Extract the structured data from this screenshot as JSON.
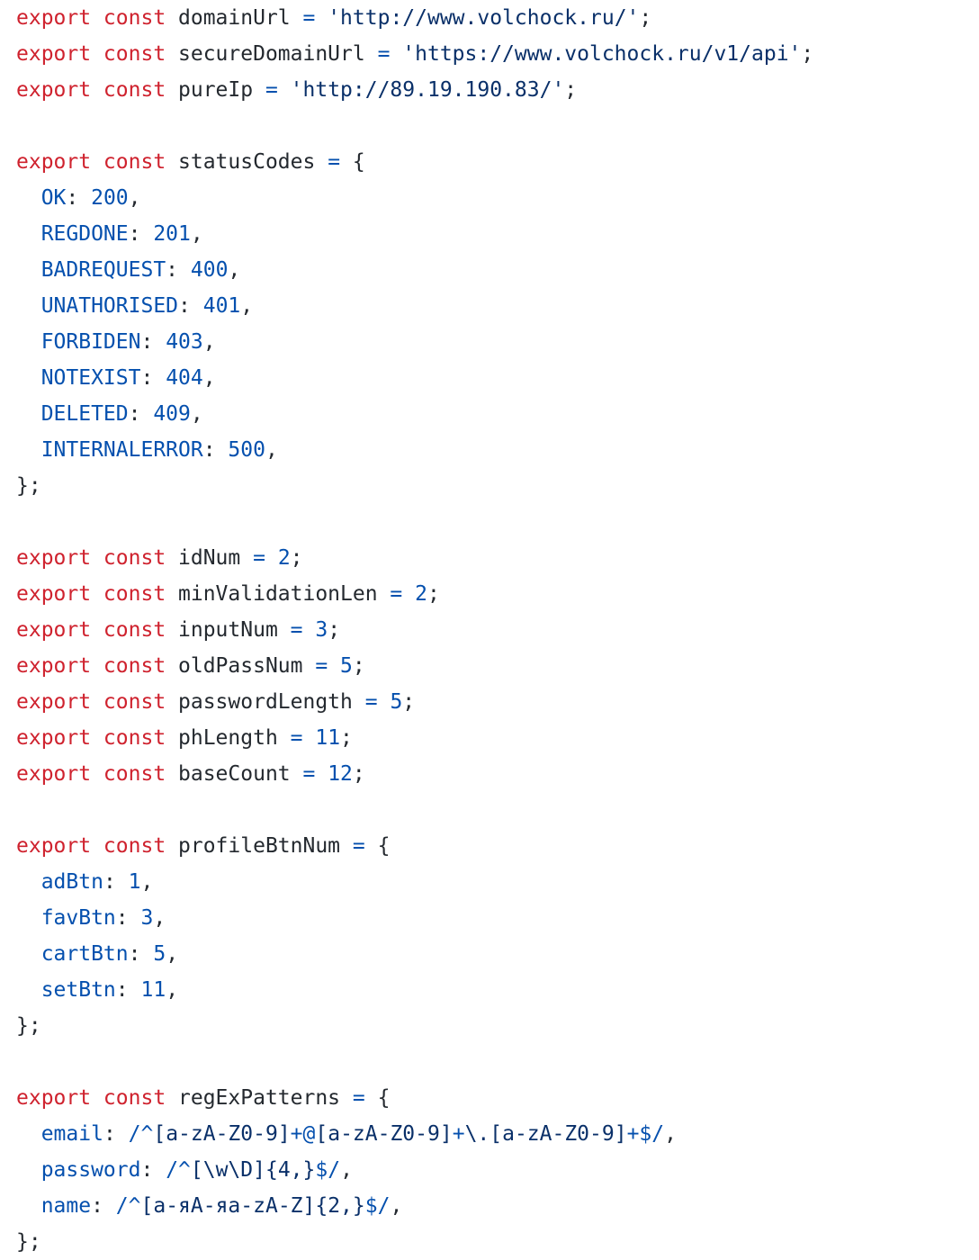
{
  "colors": {
    "keyword": "#cf222e",
    "identifier": "#24292f",
    "operator": "#0550ae",
    "string": "#0a3069",
    "property": "#0550ae",
    "number": "#0550ae"
  },
  "lines": [
    [
      {
        "t": "k",
        "v": "export const "
      },
      {
        "t": "i",
        "v": "domainUrl "
      },
      {
        "t": "o",
        "v": "= "
      },
      {
        "t": "s",
        "v": "'http://www.volchock.ru/'"
      },
      {
        "t": "t",
        "v": ";"
      }
    ],
    [
      {
        "t": "k",
        "v": "export const "
      },
      {
        "t": "i",
        "v": "secureDomainUrl "
      },
      {
        "t": "o",
        "v": "= "
      },
      {
        "t": "s",
        "v": "'https://www.volchock.ru/v1/api'"
      },
      {
        "t": "t",
        "v": ";"
      }
    ],
    [
      {
        "t": "k",
        "v": "export const "
      },
      {
        "t": "i",
        "v": "pureIp "
      },
      {
        "t": "o",
        "v": "= "
      },
      {
        "t": "s",
        "v": "'http://89.19.190.83/'"
      },
      {
        "t": "t",
        "v": ";"
      }
    ],
    [],
    [
      {
        "t": "k",
        "v": "export const "
      },
      {
        "t": "i",
        "v": "statusCodes "
      },
      {
        "t": "o",
        "v": "= "
      },
      {
        "t": "t",
        "v": "{"
      }
    ],
    [
      {
        "t": "p",
        "v": "  OK"
      },
      {
        "t": "t",
        "v": ": "
      },
      {
        "t": "n",
        "v": "200"
      },
      {
        "t": "t",
        "v": ","
      }
    ],
    [
      {
        "t": "p",
        "v": "  REGDONE"
      },
      {
        "t": "t",
        "v": ": "
      },
      {
        "t": "n",
        "v": "201"
      },
      {
        "t": "t",
        "v": ","
      }
    ],
    [
      {
        "t": "p",
        "v": "  BADREQUEST"
      },
      {
        "t": "t",
        "v": ": "
      },
      {
        "t": "n",
        "v": "400"
      },
      {
        "t": "t",
        "v": ","
      }
    ],
    [
      {
        "t": "p",
        "v": "  UNATHORISED"
      },
      {
        "t": "t",
        "v": ": "
      },
      {
        "t": "n",
        "v": "401"
      },
      {
        "t": "t",
        "v": ","
      }
    ],
    [
      {
        "t": "p",
        "v": "  FORBIDEN"
      },
      {
        "t": "t",
        "v": ": "
      },
      {
        "t": "n",
        "v": "403"
      },
      {
        "t": "t",
        "v": ","
      }
    ],
    [
      {
        "t": "p",
        "v": "  NOTEXIST"
      },
      {
        "t": "t",
        "v": ": "
      },
      {
        "t": "n",
        "v": "404"
      },
      {
        "t": "t",
        "v": ","
      }
    ],
    [
      {
        "t": "p",
        "v": "  DELETED"
      },
      {
        "t": "t",
        "v": ": "
      },
      {
        "t": "n",
        "v": "409"
      },
      {
        "t": "t",
        "v": ","
      }
    ],
    [
      {
        "t": "p",
        "v": "  INTERNALERROR"
      },
      {
        "t": "t",
        "v": ": "
      },
      {
        "t": "n",
        "v": "500"
      },
      {
        "t": "t",
        "v": ","
      }
    ],
    [
      {
        "t": "t",
        "v": "};"
      }
    ],
    [],
    [
      {
        "t": "k",
        "v": "export const "
      },
      {
        "t": "i",
        "v": "idNum "
      },
      {
        "t": "o",
        "v": "= "
      },
      {
        "t": "n",
        "v": "2"
      },
      {
        "t": "t",
        "v": ";"
      }
    ],
    [
      {
        "t": "k",
        "v": "export const "
      },
      {
        "t": "i",
        "v": "minValidationLen "
      },
      {
        "t": "o",
        "v": "= "
      },
      {
        "t": "n",
        "v": "2"
      },
      {
        "t": "t",
        "v": ";"
      }
    ],
    [
      {
        "t": "k",
        "v": "export const "
      },
      {
        "t": "i",
        "v": "inputNum "
      },
      {
        "t": "o",
        "v": "= "
      },
      {
        "t": "n",
        "v": "3"
      },
      {
        "t": "t",
        "v": ";"
      }
    ],
    [
      {
        "t": "k",
        "v": "export const "
      },
      {
        "t": "i",
        "v": "oldPassNum "
      },
      {
        "t": "o",
        "v": "= "
      },
      {
        "t": "n",
        "v": "5"
      },
      {
        "t": "t",
        "v": ";"
      }
    ],
    [
      {
        "t": "k",
        "v": "export const "
      },
      {
        "t": "i",
        "v": "passwordLength "
      },
      {
        "t": "o",
        "v": "= "
      },
      {
        "t": "n",
        "v": "5"
      },
      {
        "t": "t",
        "v": ";"
      }
    ],
    [
      {
        "t": "k",
        "v": "export const "
      },
      {
        "t": "i",
        "v": "phLength "
      },
      {
        "t": "o",
        "v": "= "
      },
      {
        "t": "n",
        "v": "11"
      },
      {
        "t": "t",
        "v": ";"
      }
    ],
    [
      {
        "t": "k",
        "v": "export const "
      },
      {
        "t": "i",
        "v": "baseCount "
      },
      {
        "t": "o",
        "v": "= "
      },
      {
        "t": "n",
        "v": "12"
      },
      {
        "t": "t",
        "v": ";"
      }
    ],
    [],
    [
      {
        "t": "k",
        "v": "export const "
      },
      {
        "t": "i",
        "v": "profileBtnNum "
      },
      {
        "t": "o",
        "v": "= "
      },
      {
        "t": "t",
        "v": "{"
      }
    ],
    [
      {
        "t": "p",
        "v": "  adBtn"
      },
      {
        "t": "t",
        "v": ": "
      },
      {
        "t": "n",
        "v": "1"
      },
      {
        "t": "t",
        "v": ","
      }
    ],
    [
      {
        "t": "p",
        "v": "  favBtn"
      },
      {
        "t": "t",
        "v": ": "
      },
      {
        "t": "n",
        "v": "3"
      },
      {
        "t": "t",
        "v": ","
      }
    ],
    [
      {
        "t": "p",
        "v": "  cartBtn"
      },
      {
        "t": "t",
        "v": ": "
      },
      {
        "t": "n",
        "v": "5"
      },
      {
        "t": "t",
        "v": ","
      }
    ],
    [
      {
        "t": "p",
        "v": "  setBtn"
      },
      {
        "t": "t",
        "v": ": "
      },
      {
        "t": "n",
        "v": "11"
      },
      {
        "t": "t",
        "v": ","
      }
    ],
    [
      {
        "t": "t",
        "v": "};"
      }
    ],
    [],
    [
      {
        "t": "k",
        "v": "export const "
      },
      {
        "t": "i",
        "v": "regExPatterns "
      },
      {
        "t": "o",
        "v": "= "
      },
      {
        "t": "t",
        "v": "{"
      }
    ],
    [
      {
        "t": "p",
        "v": "  email"
      },
      {
        "t": "t",
        "v": ": "
      },
      {
        "t": "o",
        "v": "/^"
      },
      {
        "t": "s",
        "v": "[a-zA-Z0-9]"
      },
      {
        "t": "o",
        "v": "+@"
      },
      {
        "t": "s",
        "v": "[a-zA-Z0-9]"
      },
      {
        "t": "o",
        "v": "+"
      },
      {
        "t": "s",
        "v": "\\.[a-zA-Z0-9]"
      },
      {
        "t": "o",
        "v": "+$/"
      },
      {
        "t": "t",
        "v": ","
      }
    ],
    [
      {
        "t": "p",
        "v": "  password"
      },
      {
        "t": "t",
        "v": ": "
      },
      {
        "t": "o",
        "v": "/^"
      },
      {
        "t": "s",
        "v": "[\\w\\D]{4,}"
      },
      {
        "t": "o",
        "v": "$/"
      },
      {
        "t": "t",
        "v": ","
      }
    ],
    [
      {
        "t": "p",
        "v": "  name"
      },
      {
        "t": "t",
        "v": ": "
      },
      {
        "t": "o",
        "v": "/^"
      },
      {
        "t": "s",
        "v": "[a-яА-яa-zA-Z]{2,}"
      },
      {
        "t": "o",
        "v": "$/"
      },
      {
        "t": "t",
        "v": ","
      }
    ],
    [
      {
        "t": "t",
        "v": "};"
      }
    ]
  ]
}
